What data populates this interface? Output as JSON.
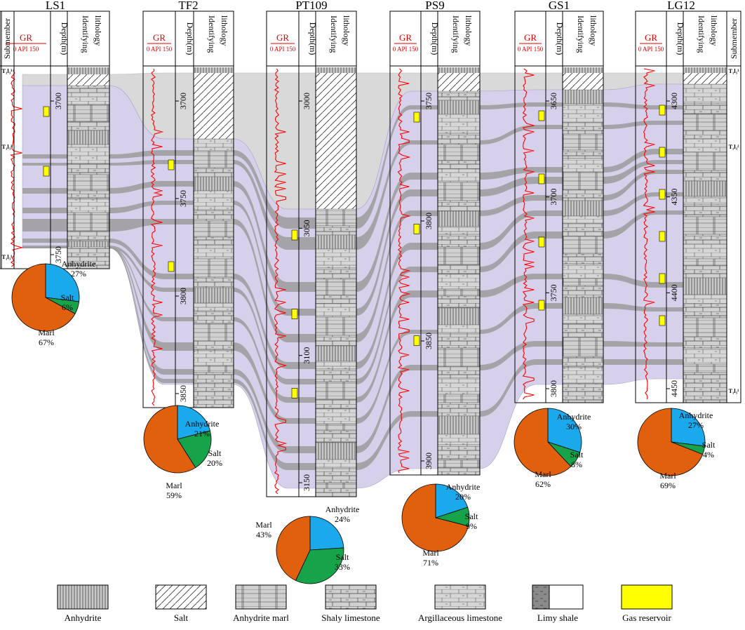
{
  "wells": [
    {
      "name": "LS1",
      "gr_label": "GR",
      "gr_scale": "0 API 150",
      "depth_label": "Depth(m)",
      "lith_label": "Identifying lithology",
      "depths": [
        "3700",
        "3750"
      ],
      "sub_labels": [
        "T₁l₃³",
        "T₁l₃²",
        "T₁l₃¹"
      ],
      "gas_count": 2,
      "pie": {
        "anhydrite": 27,
        "salt": 6,
        "marl": 67,
        "labels": {
          "anhydrite": "Anhydrite",
          "anhydrite_pct": "27%",
          "salt": "Salt",
          "salt_pct": "6%",
          "marl": "Marl",
          "marl_pct": "67%"
        }
      }
    },
    {
      "name": "TF2",
      "gr_label": "GR",
      "gr_scale": "0 API 150",
      "depth_label": "Depth(m)",
      "lith_label": "Identifying lithology",
      "depths": [
        "3700",
        "3750",
        "3800",
        "3850"
      ],
      "gas_count": 2,
      "pie": {
        "anhydrite": 21,
        "salt": 20,
        "marl": 59,
        "labels": {
          "anhydrite": "Anhydrite",
          "anhydrite_pct": "21%",
          "salt": "Salt",
          "salt_pct": "20%",
          "marl": "Marl",
          "marl_pct": "59%"
        }
      }
    },
    {
      "name": "PT109",
      "gr_label": "GR",
      "gr_scale": "0 API 150",
      "depth_label": "Depth(m)",
      "lith_label": "Identifying lithology",
      "depths": [
        "3000",
        "3050",
        "3100",
        "3150"
      ],
      "gas_count": 3,
      "pie": {
        "anhydrite": 24,
        "salt": 33,
        "marl": 43,
        "labels": {
          "anhydrite": "Anhydrite",
          "anhydrite_pct": "24%",
          "salt": "Salt",
          "salt_pct": "33%",
          "marl": "Marl",
          "marl_pct": "43%"
        }
      }
    },
    {
      "name": "PS9",
      "gr_label": "GR",
      "gr_scale": "0 API 150",
      "depth_label": "Depth(m)",
      "lith_label": "Identifying lithology",
      "depths": [
        "3750",
        "3800",
        "3850",
        "3900"
      ],
      "gas_count": 3,
      "pie": {
        "anhydrite": 20,
        "salt": 9,
        "marl": 71,
        "labels": {
          "anhydrite": "Anhydrite",
          "anhydrite_pct": "20%",
          "salt": "Salt",
          "salt_pct": "9%",
          "marl": "Marl",
          "marl_pct": "71%"
        }
      }
    },
    {
      "name": "GS1",
      "gr_label": "GR",
      "gr_scale": "0 API 150",
      "depth_label": "Depth(m)",
      "lith_label": "Identifying lithology",
      "depths": [
        "3650",
        "3700",
        "3750",
        "3800"
      ],
      "gas_count": 4,
      "pie": {
        "anhydrite": 30,
        "salt": 8,
        "marl": 62,
        "labels": {
          "anhydrite": "Anhydrite",
          "anhydrite_pct": "30%",
          "salt": "Salt",
          "salt_pct": "8%",
          "marl": "Marl",
          "marl_pct": "62%"
        }
      }
    },
    {
      "name": "LG12",
      "gr_label": "GR",
      "gr_scale": "0 API 150",
      "depth_label": "Depth(m)",
      "lith_label": "Identifying lithology",
      "depths": [
        "4300",
        "4350",
        "4400",
        "4450"
      ],
      "sub_labels": [
        "T₁l₃³",
        "T₁l₃²",
        "T₁l₃¹"
      ],
      "gas_count": 6,
      "pie": {
        "anhydrite": 27,
        "salt": 4,
        "marl": 69,
        "labels": {
          "anhydrite": "Anhydrite",
          "anhydrite_pct": "27%",
          "salt": "Salt",
          "salt_pct": "4%",
          "marl": "Marl",
          "marl_pct": "69%"
        }
      }
    }
  ],
  "submember_label": "Submember",
  "legend": [
    {
      "key": "anhydrite",
      "label": "Anhydrite"
    },
    {
      "key": "salt",
      "label": "Salt"
    },
    {
      "key": "anhydrite_marl",
      "label": "Anhydrite marl"
    },
    {
      "key": "shaly_limestone",
      "label": "Shaly limestone"
    },
    {
      "key": "argillaceous_limestone",
      "label": "Argillaceous limestone"
    },
    {
      "key": "limy_shale",
      "label": "Limy shale"
    },
    {
      "key": "gas_reservoir",
      "label": "Gas reservoir"
    }
  ],
  "colors": {
    "anhydrite": "#1aa9ea",
    "salt": "#17a34a",
    "marl": "#e0600d",
    "correlation_marl": "#d7d0ea",
    "correlation_band": "#9b9b9b",
    "salt_zone": "#d9d9d9",
    "gas": "#ffff00",
    "gr_curve": "#ff0000"
  }
}
